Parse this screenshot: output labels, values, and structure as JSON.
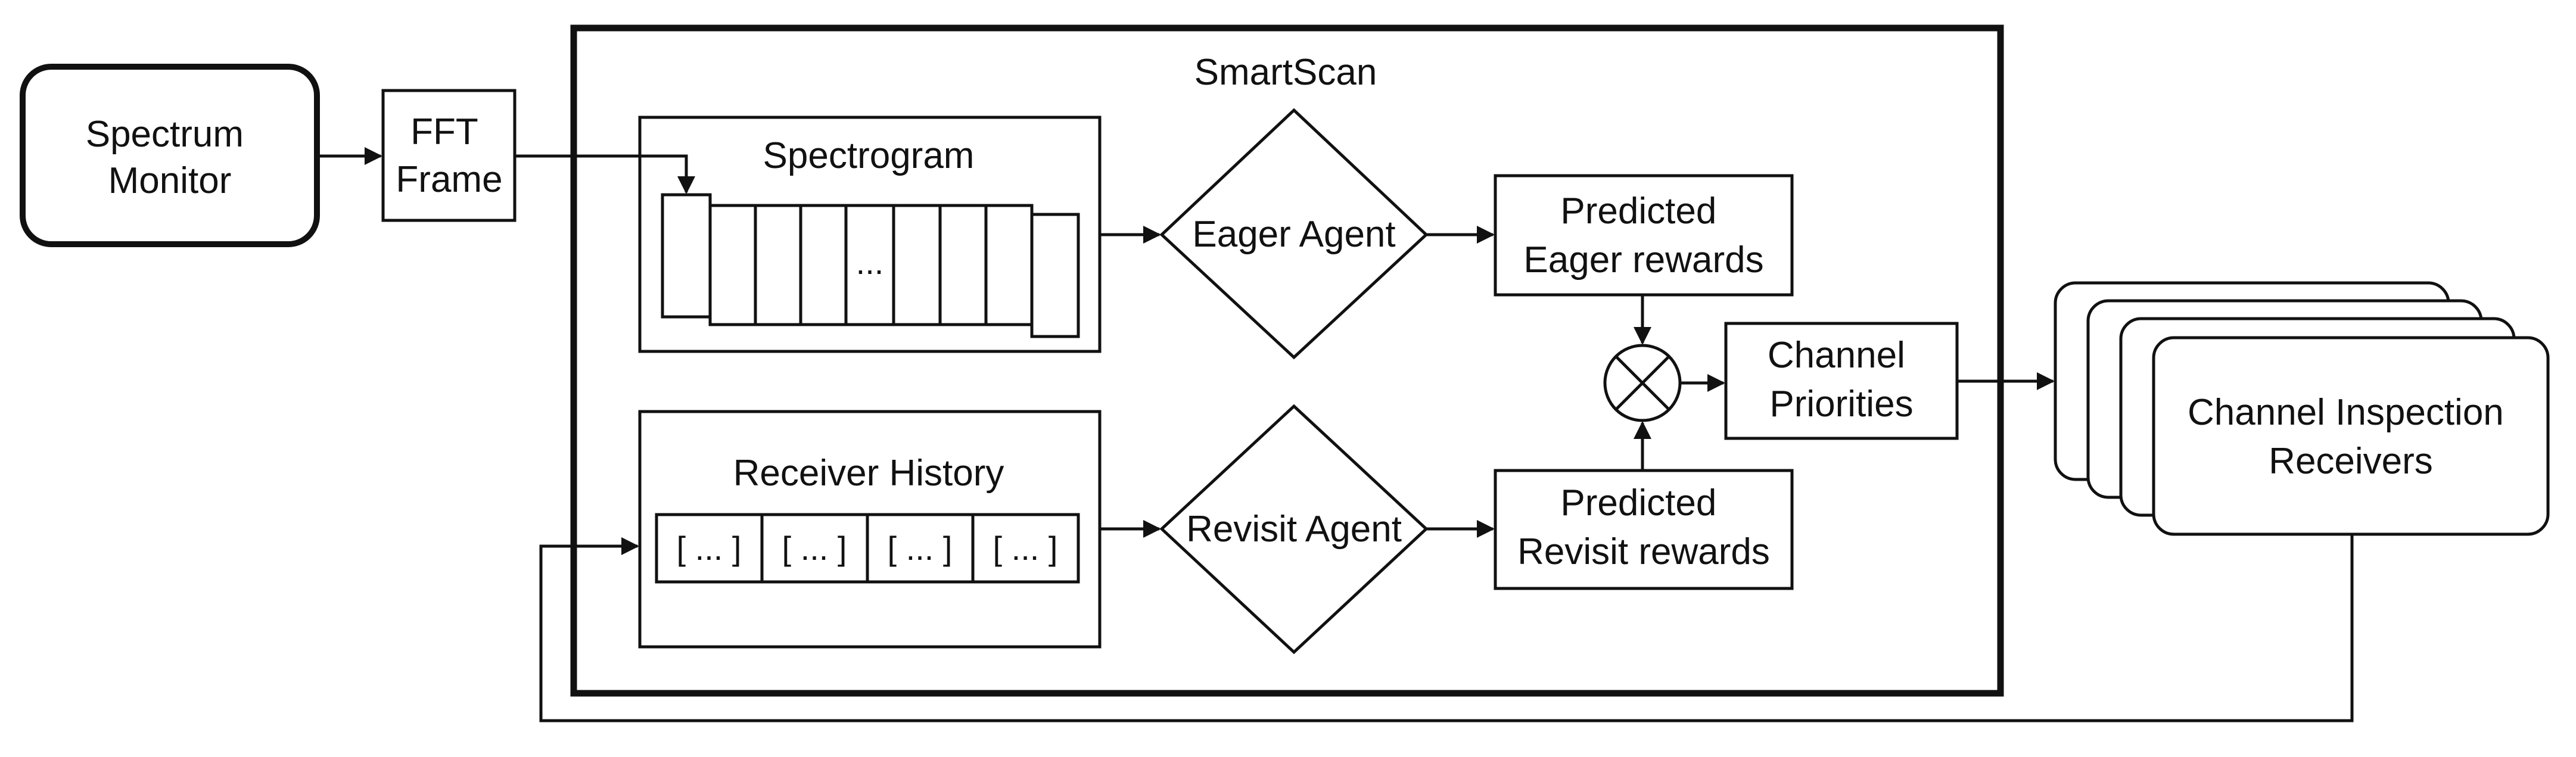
{
  "diagram": {
    "container_title": "SmartScan",
    "nodes": {
      "spectrum_monitor": [
        "Spectrum",
        "Monitor"
      ],
      "fft_frame": [
        "FFT",
        "Frame"
      ],
      "spectrogram": "Spectrogram",
      "spectrogram_ellipsis": "...",
      "eager_agent": "Eager Agent",
      "predicted_eager": [
        "Predicted",
        "Eager rewards"
      ],
      "receiver_history": "Receiver History",
      "history_cells": [
        "[ ... ]",
        "[ ... ]",
        "[ ... ]",
        "[ ... ]"
      ],
      "revisit_agent": "Revisit Agent",
      "predicted_revisit": [
        "Predicted",
        "Revisit rewards"
      ],
      "channel_priorities": [
        "Channel",
        "Priorities"
      ],
      "channel_inspection": [
        "Channel Inspection",
        "Receivers"
      ]
    }
  }
}
